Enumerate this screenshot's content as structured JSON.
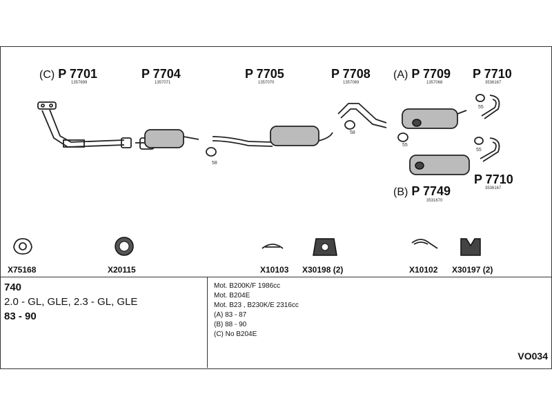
{
  "parts": [
    {
      "prefix": "(C)",
      "number": "P 7701",
      "ref": "1357699"
    },
    {
      "prefix": "",
      "number": "P 7704",
      "ref": "1357071"
    },
    {
      "prefix": "",
      "number": "P 7705",
      "ref": "1357070"
    },
    {
      "prefix": "",
      "number": "P 7708",
      "ref": "1357069"
    },
    {
      "prefix": "(A)",
      "number": "P 7709",
      "ref": "1357068"
    },
    {
      "prefix": "",
      "number": "P 7710",
      "ref": "3536167"
    },
    {
      "prefix": "(B)",
      "number": "P 7749",
      "ref": "3531670"
    },
    {
      "prefix": "",
      "number": "P 7710",
      "ref": "3536167"
    }
  ],
  "clamp_labels": [
    "58",
    "58",
    "55",
    "55",
    "55"
  ],
  "accessories": [
    "X75168",
    "X20115",
    "X10103",
    "X30198 (2)",
    "X10102",
    "X30197 (2)"
  ],
  "model": {
    "name": "740",
    "variants": "2.0 - GL, GLE, 2.3 - GL, GLE",
    "years": "83 - 90"
  },
  "notes": [
    "Mot. B200K/F 1986cc",
    "Mot. B204E",
    "Mot. B23 , B230K/E 2316cc",
    "(A) 83 - 87",
    "(B) 88 - 90",
    "(C) No B204E"
  ],
  "diagram_code": "VO034",
  "colors": {
    "line": "#222222",
    "muffler": "#bbbbbb"
  }
}
